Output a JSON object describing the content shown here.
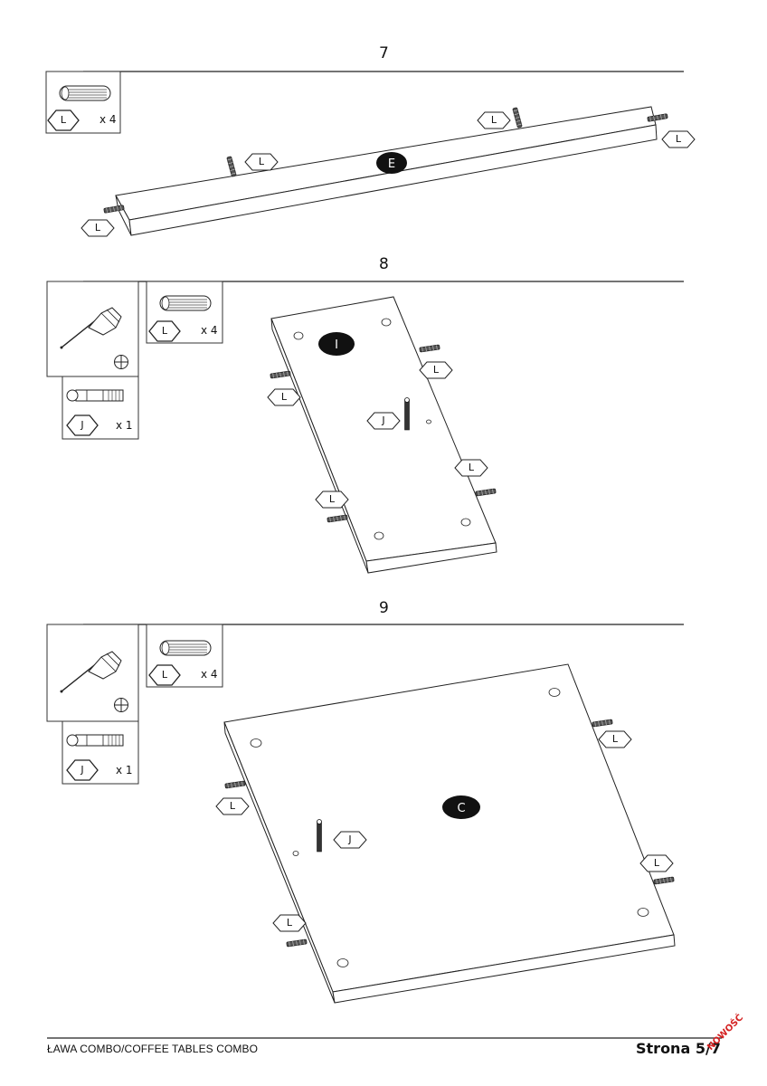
{
  "steps": [
    {
      "number": "7",
      "dowel_qty": "x 4",
      "dowel_code": "L",
      "panel": "E"
    },
    {
      "number": "8",
      "dowel_qty": "x 4",
      "dowel_code": "L",
      "cam_qty": "x 1",
      "cam_code": "J",
      "panel": "I"
    },
    {
      "number": "9",
      "dowel_qty": "x 4",
      "dowel_code": "L",
      "cam_qty": "x 1",
      "cam_code": "J",
      "panel": "C"
    }
  ],
  "footer": {
    "title": "ŁAWA COMBO/COFFEE TABLES COMBO",
    "page": "Strona 5/7",
    "badge": "NOWOŚĆ"
  }
}
